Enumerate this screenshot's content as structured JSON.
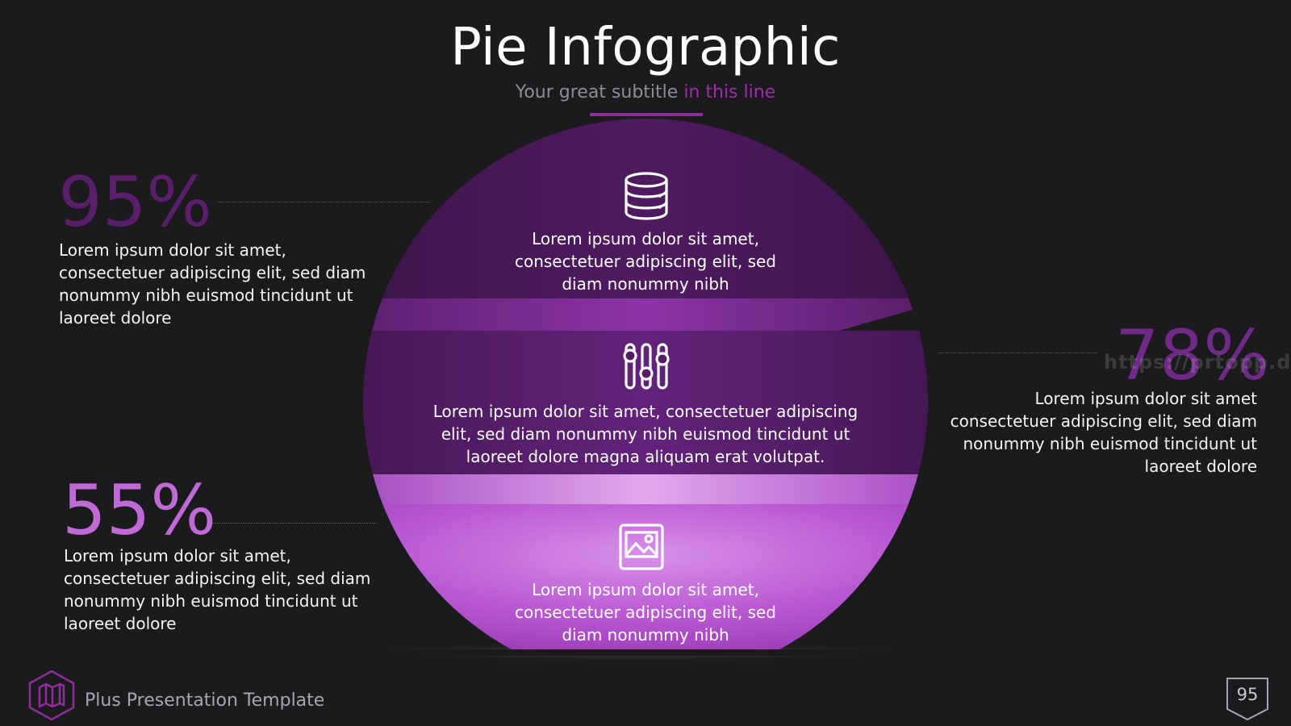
{
  "slide": {
    "title": "Pie Infographic",
    "subtitle_main": "Your great subtitle",
    "subtitle_accent": "in this line"
  },
  "stats": [
    {
      "value": "95%",
      "text": "Lorem ipsum dolor sit amet, consectetuer adipiscing elit, sed diam nonummy nibh euismod tincidunt ut laoreet dolore",
      "color": "#5a1f6a"
    },
    {
      "value": "78%",
      "text": "Lorem ipsum dolor sit amet consectetuer adipiscing elit, sed diam nonummy nibh euismod tincidunt ut laoreet dolore",
      "color": "#6e2a86"
    },
    {
      "value": "55%",
      "text": "Lorem ipsum dolor sit amet, consectetuer adipiscing elit, sed diam nonummy nibh euismod tincidunt ut laoreet dolore",
      "color": "#c06ad6"
    }
  ],
  "segments": [
    {
      "icon": "database-icon",
      "text": "Lorem ipsum dolor sit amet, consectetuer adipiscing elit, sed diam nonummy nibh"
    },
    {
      "icon": "sliders-icon",
      "text": "Lorem ipsum dolor sit amet, consectetuer adipiscing elit, sed diam nonummy nibh euismod tincidunt ut laoreet dolore magna aliquam erat volutpat."
    },
    {
      "icon": "image-icon",
      "text": "Lorem ipsum dolor sit amet, consectetuer adipiscing elit, sed diam nonummy nibh"
    }
  ],
  "footer": {
    "label": "Plus Presentation Template",
    "logo_icon": "map-icon",
    "page_number": "95"
  },
  "watermark": "https://prtopp.de",
  "colors": {
    "accent": "#8d2e9b",
    "segment_top": "#4d1a5d",
    "segment_middle": "#5e2270",
    "segment_bottom": "#c25fd6"
  }
}
